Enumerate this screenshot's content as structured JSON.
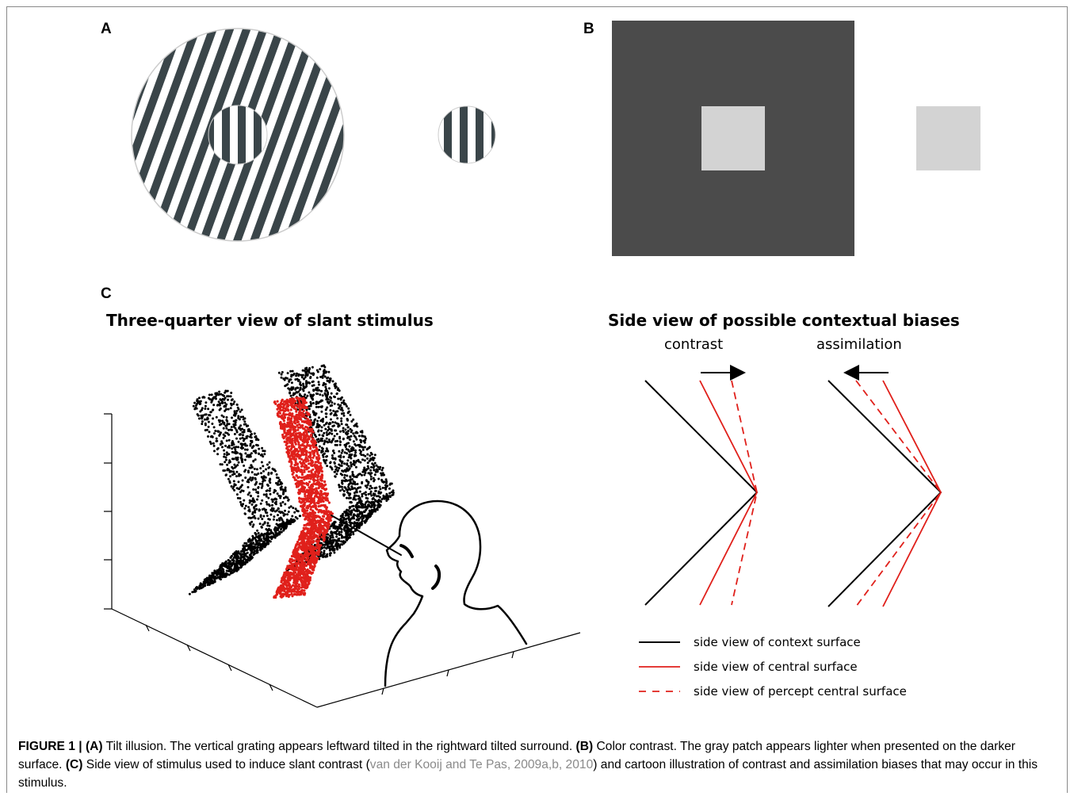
{
  "panels": {
    "a_label": "A",
    "b_label": "B",
    "c_label": "C"
  },
  "panel_c": {
    "left_heading": "Three-quarter view of slant stimulus",
    "right_heading": "Side view of possible contextual biases",
    "contrast_label": "contrast",
    "assimilation_label": "assimilation"
  },
  "legend": {
    "context": "side view of context surface",
    "central": "side view of central surface",
    "percept": "side view of percept central surface"
  },
  "caption": {
    "figure_label": "FIGURE 1 | ",
    "a_tag": "(A)",
    "a_text": " Tilt illusion. The vertical grating appears leftward tilted in the rightward tilted surround. ",
    "b_tag": "(B)",
    "b_text": " Color contrast. The gray patch appears lighter when presented on the darker surface. ",
    "c_tag": "(C)",
    "c_text_1": " Side view of stimulus used to induce slant contrast (",
    "citation": "van der Kooij and Te Pas, 2009a,b, 2010",
    "c_text_2": ") and cartoon illustration of contrast and assimilation biases that may occur in this stimulus."
  },
  "colors": {
    "grating_dark": "#3a4549",
    "surround_dark": "#4b4b4b",
    "patch_gray": "#d3d3d3",
    "red": "#e0201b",
    "citation_gray": "#8a8a8a"
  }
}
